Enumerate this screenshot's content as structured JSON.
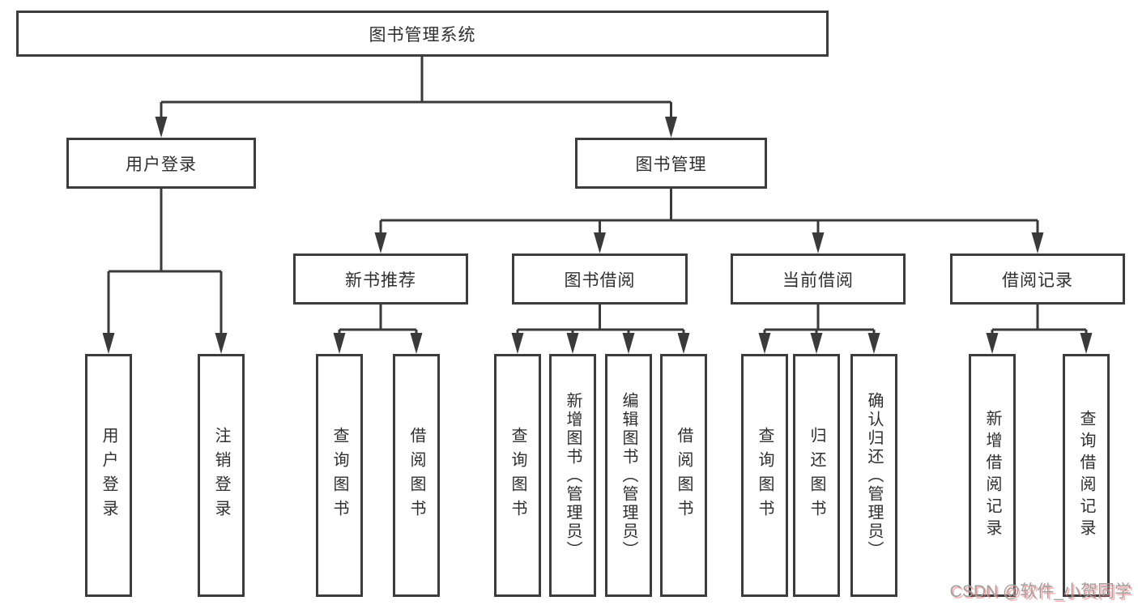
{
  "diagram": {
    "type": "hierarchy-tree",
    "root": {
      "label": "图书管理系统",
      "children": [
        {
          "label": "用户登录",
          "children": [
            {
              "label": "用户登录"
            },
            {
              "label": "注销登录"
            }
          ]
        },
        {
          "label": "图书管理",
          "children": [
            {
              "label": "新书推荐",
              "children": [
                {
                  "label": "查询图书"
                },
                {
                  "label": "借阅图书"
                }
              ]
            },
            {
              "label": "图书借阅",
              "children": [
                {
                  "label": "查询图书"
                },
                {
                  "label": "新增图书（管理员）"
                },
                {
                  "label": "编辑图书（管理员）"
                },
                {
                  "label": "借阅图书"
                }
              ]
            },
            {
              "label": "当前借阅",
              "children": [
                {
                  "label": "查询图书"
                },
                {
                  "label": "归还图书"
                },
                {
                  "label": "确认归还（管理员）"
                }
              ]
            },
            {
              "label": "借阅记录",
              "children": [
                {
                  "label": "新增借阅记录"
                },
                {
                  "label": "查询借阅记录"
                }
              ]
            }
          ]
        }
      ]
    }
  },
  "watermark": {
    "text": "CSDN @软件_小贺同学"
  },
  "colors": {
    "background": "#ffffff",
    "line": "#3a3a3a",
    "box_border": "#3c3c3c",
    "text": "#2f2f2f",
    "watermark_text": "#a0a0a0",
    "watermark_shadow": "#ff6e6e"
  }
}
